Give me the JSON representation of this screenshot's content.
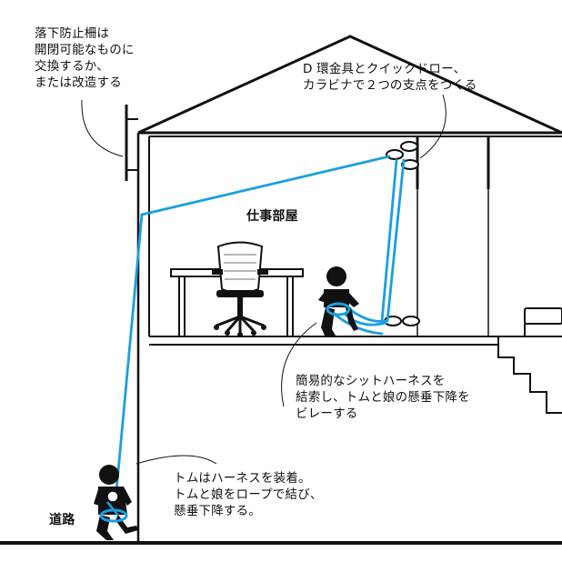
{
  "annotations": {
    "guardrail": [
      "落下防止柵は",
      "開閉可能なものに",
      "交換するか、",
      "または改造する"
    ],
    "anchor": [
      "D 環金具とクイックドロー、",
      "カラビナで２つの支点をつくる"
    ],
    "room": "仕事部屋",
    "harness": [
      "簡易的なシットハーネスを",
      "結索し、トムと娘の懸垂下降を",
      "ビレーする"
    ],
    "tom": [
      "トムはハーネスを装着。",
      "トムと娘をロープで結び、",
      "懸垂下降する。"
    ],
    "road": "道路"
  },
  "colors": {
    "rope": "#1a9fe0",
    "line": "#111111",
    "background": "#ffffff"
  }
}
